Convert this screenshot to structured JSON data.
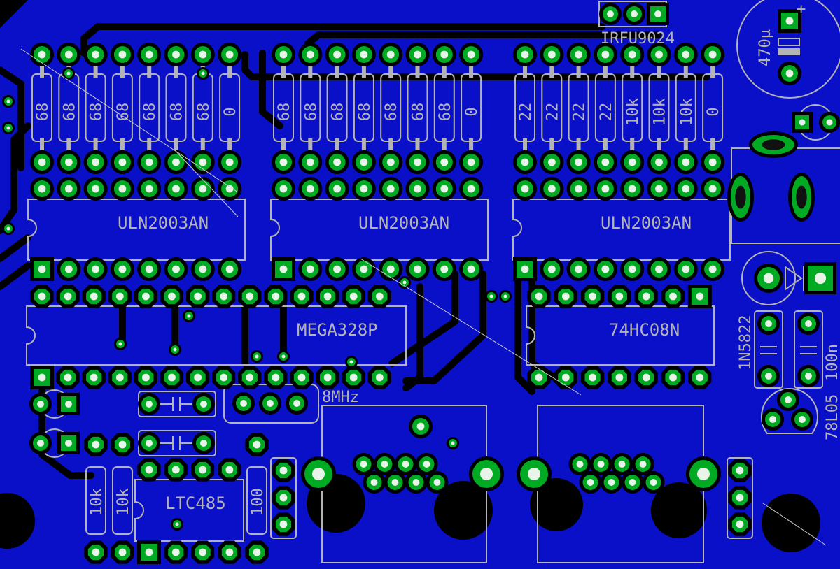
{
  "colors": {
    "background": "#000000",
    "copper": "#0a10c8",
    "copper_dark": "#0b0f9a",
    "silkscreen": "#b4b4b4",
    "pad_ring": "#00aa22",
    "pad_hole": "#e8f4e8",
    "hole": "#000000"
  },
  "labels": {
    "ic1": "ULN2003AN",
    "ic2": "ULN2003AN",
    "ic3": "ULN2003AN",
    "mcu": "MEGA328P",
    "logic": "74HC08N",
    "transceiver": "LTC485",
    "mosfet": "IRFU9024",
    "crystal": "8MHz",
    "diode": "1N5822",
    "cap_bypass": "100n",
    "regulator": "78L05",
    "cap_electro": "470µ",
    "cap_plus": "+"
  },
  "resistors": {
    "bank1": [
      "68",
      "68",
      "68",
      "68",
      "68",
      "68",
      "68",
      "0"
    ],
    "bank2": [
      "68",
      "68",
      "68",
      "68",
      "68",
      "68",
      "68",
      "0"
    ],
    "bank3": [
      "22",
      "22",
      "22",
      "22",
      "10k",
      "10k",
      "10k",
      "0"
    ],
    "bottom": [
      "10k",
      "10k",
      "100"
    ]
  }
}
